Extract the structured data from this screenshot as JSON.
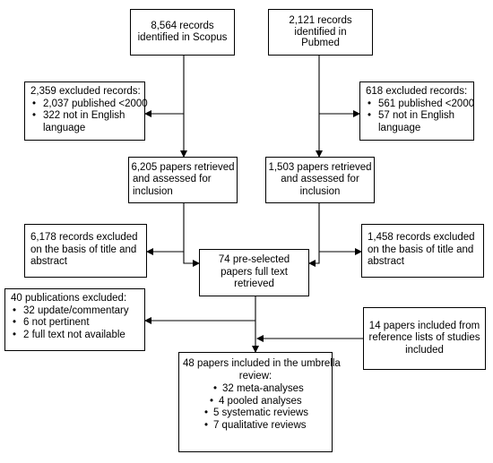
{
  "scopus": {
    "lines": [
      "8,564 records",
      "identified in Scopus"
    ]
  },
  "pubmed": {
    "lines": [
      "2,121 records",
      "identified in",
      "Pubmed"
    ]
  },
  "excl_scopus": {
    "title": "2,359 excluded records:",
    "items": [
      "2,037 published <2000",
      "322 not in English"
    ],
    "cont": "language"
  },
  "excl_pubmed": {
    "title": "618 excluded records:",
    "items": [
      "561 published <2000",
      "57 not in English"
    ],
    "cont": "language"
  },
  "assess_scopus": {
    "lines": [
      "6,205 papers retrieved",
      "and assessed for",
      "inclusion"
    ]
  },
  "assess_pubmed": {
    "lines": [
      "1,503 papers retrieved",
      "and assessed for",
      "inclusion"
    ]
  },
  "excl_title_scopus": {
    "lines": [
      "6,178 records excluded",
      "on the basis of title and",
      "abstract"
    ]
  },
  "excl_title_pubmed": {
    "lines": [
      "1,458 records excluded",
      "on the basis of title and",
      "abstract"
    ]
  },
  "preselected": {
    "lines": [
      "74 pre-selected",
      "papers full text",
      "retrieved"
    ]
  },
  "excl_pubs": {
    "title": "40 publications excluded:",
    "items": [
      "32 update/commentary",
      "6 not pertinent",
      "2 full text not available"
    ]
  },
  "included_refs": {
    "lines": [
      "14 papers included from",
      "reference lists of studies",
      "included"
    ]
  },
  "final": {
    "lines": [
      "48 papers included in the umbrella",
      "review:"
    ],
    "items": [
      "32 meta-analyses",
      "4 pooled analyses",
      "5 systematic reviews",
      "7 qualitative reviews"
    ]
  }
}
